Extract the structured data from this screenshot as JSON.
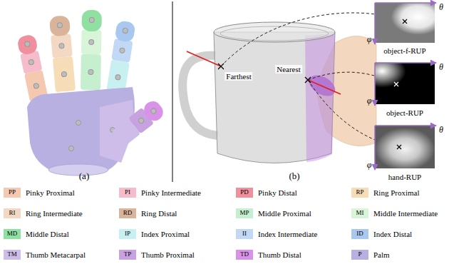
{
  "diagram": {
    "labels": [
      "(a)",
      "(b)",
      "Farthest",
      "Nearest",
      "object-f-RUP",
      "θ",
      "φ",
      "object-RUP",
      "θ",
      "φ",
      "hand-RUP",
      "θ",
      "φ",
      "PP",
      "PI",
      "PD",
      "RP",
      "RI",
      "RD",
      "MP",
      "MI",
      "MD",
      "IP",
      "II",
      "ID",
      "TM",
      "TP",
      "TD",
      "P"
    ],
    "legend": [
      {
        "text": "Pinky Proximal",
        "color": "#f5c8b0"
      },
      {
        "text": "Pinky Intermediate",
        "color": "#f5bccb"
      },
      {
        "text": "Pinky Distal",
        "color": "#f0909e"
      },
      {
        "text": "Ring Proximal",
        "color": "#f7dcb8"
      },
      {
        "text": "Ring Intermediate",
        "color": "#f3d9c4"
      },
      {
        "text": "Ring Distal",
        "color": "#d9b49a"
      },
      {
        "text": "Middle Proximal",
        "color": "#c6efcf"
      },
      {
        "text": "Middle Intermediate",
        "color": "#d9f5d9"
      },
      {
        "text": "Middle Distal",
        "color": "#90e0a2"
      },
      {
        "text": "Index Proximal",
        "color": "#c8f0f0"
      },
      {
        "text": "Index Intermediate",
        "color": "#c2d9f5"
      },
      {
        "text": "Index Distal",
        "color": "#a8c8f0"
      },
      {
        "text": "Thumb Metacarpal",
        "color": "#cdbde8"
      },
      {
        "text": "Thumb Proximal",
        "color": "#c8a2e0"
      },
      {
        "text": "Thumb Distal",
        "color": "#d892e8"
      },
      {
        "text": "Palm",
        "color": "#b8b0e0"
      }
    ]
  }
}
